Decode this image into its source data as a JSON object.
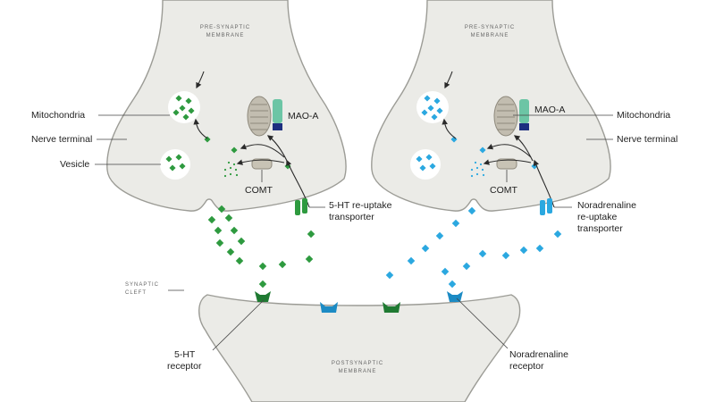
{
  "colors": {
    "membrane_fill": "#ebebe7",
    "membrane_stroke": "#9c9c96",
    "serotonin": "#2e9a3f",
    "serotonin_dark": "#1f7a32",
    "noradrenaline": "#2ba8e0",
    "noradrenaline_dark": "#1c8bc4",
    "mao_a": "#6cc5a5",
    "mao_a_cap": "#1d2f80",
    "mitochondria": "#c2bdb0",
    "comt": "#c8c3b5"
  },
  "left_neuron": {
    "membrane_caption": [
      "PRE-SYNAPTIC",
      "MEMBRANE"
    ],
    "labels": {
      "mitochondria": "Mitochondria",
      "nerve_terminal": "Nerve terminal",
      "vesicle": "Vesicle",
      "mao_a": "MAO-A",
      "comt": "COMT",
      "transporter": [
        "5-HT re-uptake",
        "transporter"
      ]
    }
  },
  "right_neuron": {
    "membrane_caption": [
      "PRE-SYNAPTIC",
      "MEMBRANE"
    ],
    "labels": {
      "mao_a": "MAO-A",
      "mitochondria": "Mitochondria",
      "nerve_terminal": "Nerve terminal",
      "comt": "COMT",
      "transporter": [
        "Noradrenaline",
        "re-uptake",
        "transporter"
      ]
    }
  },
  "cleft_caption": [
    "SYNAPTIC",
    "CLEFT"
  ],
  "postsynaptic": {
    "membrane_caption": [
      "POSTSYNAPTIC",
      "MEMBRANE"
    ],
    "receptor_labels": {
      "serotonin": [
        "5-HT",
        "receptor"
      ],
      "noradrenaline": [
        "Noradrenaline",
        "receptor"
      ]
    }
  }
}
